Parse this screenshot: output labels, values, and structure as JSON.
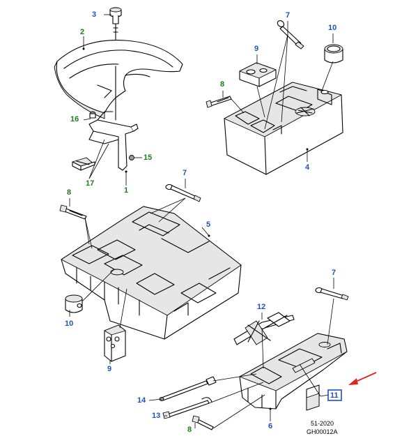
{
  "colors": {
    "blue": "#1f4fc4",
    "green": "#1e7a1e",
    "red": "#e0251b",
    "line": "#000000"
  },
  "labels": [
    {
      "id": "l3",
      "text": "3",
      "color": "blue"
    },
    {
      "id": "l2",
      "text": "2",
      "color": "green"
    },
    {
      "id": "l16",
      "text": "16",
      "color": "green"
    },
    {
      "id": "l15",
      "text": "15",
      "color": "green"
    },
    {
      "id": "l17",
      "text": "17",
      "color": "green"
    },
    {
      "id": "l1",
      "text": "1",
      "color": "green"
    },
    {
      "id": "l7a",
      "text": "7",
      "color": "blue"
    },
    {
      "id": "l10a",
      "text": "10",
      "color": "blue"
    },
    {
      "id": "l9a",
      "text": "9",
      "color": "blue"
    },
    {
      "id": "l8a",
      "text": "8",
      "color": "green"
    },
    {
      "id": "l4",
      "text": "4",
      "color": "blue"
    },
    {
      "id": "l7b",
      "text": "7",
      "color": "blue"
    },
    {
      "id": "l8b",
      "text": "8",
      "color": "green"
    },
    {
      "id": "l5",
      "text": "5",
      "color": "blue"
    },
    {
      "id": "l10b",
      "text": "10",
      "color": "blue"
    },
    {
      "id": "l9b",
      "text": "9",
      "color": "blue"
    },
    {
      "id": "l7c",
      "text": "7",
      "color": "blue"
    },
    {
      "id": "l12",
      "text": "12",
      "color": "blue"
    },
    {
      "id": "l11",
      "text": "11",
      "color": "blue"
    },
    {
      "id": "l14",
      "text": "14",
      "color": "blue"
    },
    {
      "id": "l13",
      "text": "13",
      "color": "blue"
    },
    {
      "id": "l6",
      "text": "6",
      "color": "blue"
    },
    {
      "id": "l8c",
      "text": "8",
      "color": "green"
    }
  ],
  "caption": {
    "line1": "51-2020",
    "line2": "GH00012A"
  }
}
